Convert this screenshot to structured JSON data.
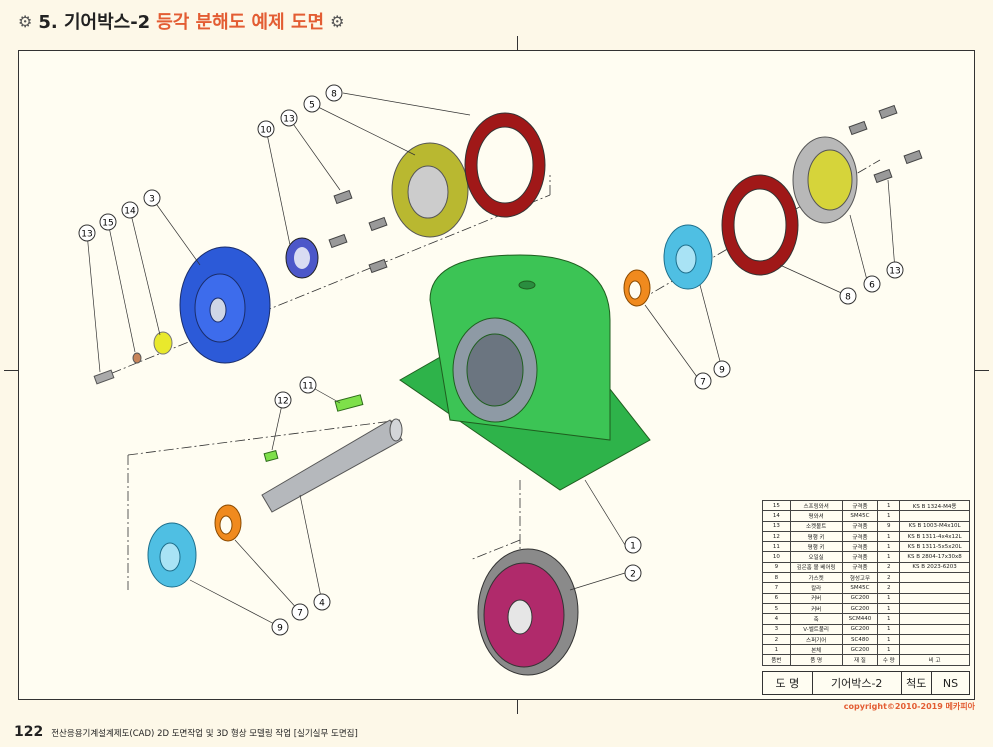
{
  "header": {
    "gear_left": "gear-icon",
    "prefix": "5. 기어박스-2",
    "highlight": "등각 분해도 예제 도면",
    "gear_right": "gear-icon"
  },
  "balloons": [
    "8",
    "5",
    "13",
    "10",
    "3",
    "14",
    "15",
    "13",
    "11",
    "12",
    "1",
    "2",
    "4",
    "7",
    "9",
    "7",
    "9",
    "8",
    "6",
    "13"
  ],
  "bom": {
    "rows": [
      [
        "15",
        "스프링와셔",
        "규격품",
        "1",
        "KS B 1324-M4용"
      ],
      [
        "14",
        "평와셔",
        "SM45C",
        "1",
        ""
      ],
      [
        "13",
        "소켓볼트",
        "규격품",
        "9",
        "KS B 1003-M4x10L"
      ],
      [
        "12",
        "평행 키",
        "규격품",
        "1",
        "KS B 1311-4x4x12L"
      ],
      [
        "11",
        "평행 키",
        "규격품",
        "1",
        "KS B 1311-5x5x20L"
      ],
      [
        "10",
        "오일실",
        "규격품",
        "1",
        "KS B 2804-17x30x8"
      ],
      [
        "9",
        "깊은홈 볼 베어링",
        "규격품",
        "2",
        "KS B 2023-6203"
      ],
      [
        "8",
        "가스켓",
        "형성고무",
        "2",
        ""
      ],
      [
        "7",
        "칼라",
        "SM45C",
        "2",
        ""
      ],
      [
        "6",
        "커버",
        "GC200",
        "1",
        ""
      ],
      [
        "5",
        "커버",
        "GC200",
        "1",
        ""
      ],
      [
        "4",
        "축",
        "SCM440",
        "1",
        ""
      ],
      [
        "3",
        "V-벨트풀리",
        "GC200",
        "1",
        ""
      ],
      [
        "2",
        "스퍼기어",
        "SC480",
        "1",
        ""
      ],
      [
        "1",
        "본체",
        "GC200",
        "1",
        ""
      ]
    ],
    "header": [
      "품번",
      "품 명",
      "재 질",
      "수 량",
      "비 고"
    ]
  },
  "titleblock": {
    "label": "도 명",
    "name": "기어박스-2",
    "scale_label": "척도",
    "scale": "NS"
  },
  "copyright": "copyright©2010-2019 메카피아",
  "footer": {
    "page": "122",
    "text": "전산응용기계설계제도(CAD) 2D 도면작업 및 3D 형상 모델링 작업 [실기실무 도면집]"
  }
}
